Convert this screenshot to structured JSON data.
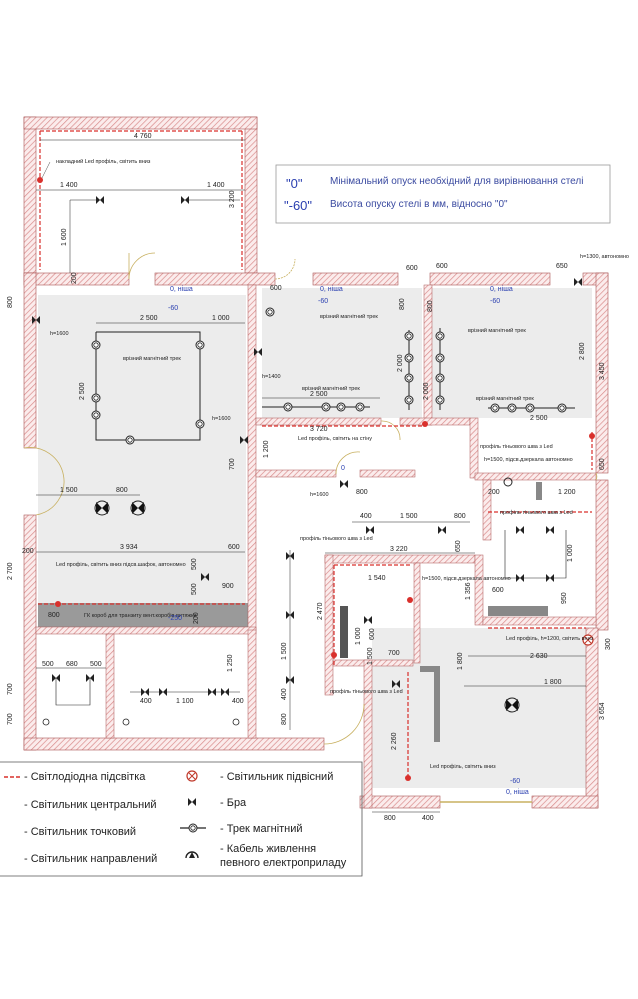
{
  "info_box": {
    "row1_code": "\"0\"",
    "row1_text": "Мінімальний опуск необхідний для вирівнювання стелі",
    "row2_code": "\"-60\"",
    "row2_text": "Висота опуску стелі в мм, відносно \"0\""
  },
  "dimensions": {
    "balcony_width": "4 760",
    "balcony_left": "1 400",
    "balcony_right": "1 400",
    "balcony_height": "3 200",
    "balcony_side": "1 600",
    "balcony_step": "200",
    "main_2500": "2 500",
    "main_1000": "1 000",
    "main_2500v": "2 500",
    "main_1500": "1 500",
    "main_800": "800",
    "main_3934": "3 934",
    "main_600": "600",
    "main_200a": "200",
    "main_200b": "200",
    "main_2700": "2 700",
    "main_900": "900",
    "main_500a": "500",
    "main_500b": "500",
    "main_800b": "800",
    "main_700": "700",
    "left_800": "800",
    "mid_2500": "2 500",
    "mid_2000": "2 000",
    "mid_800": "800",
    "mid_3720": "3 720",
    "mid_1200": "1 200",
    "mid_800b": "800",
    "top_600a": "600",
    "top_600b": "600",
    "top_600c": "600",
    "top_650": "650",
    "right_2800": "2 800",
    "right_2000": "2 000",
    "right_2500": "2 500",
    "right_3450": "3 450",
    "right_650": "650",
    "right_800": "800",
    "hall_400": "400",
    "hall_1500": "1 500",
    "hall_800": "800",
    "hall_3220": "3 220",
    "hall_650": "650",
    "hall_1540": "1 540",
    "hall_2470": "2 470",
    "hall_1500v": "1 500",
    "hall_400v": "400",
    "hall_800v": "800",
    "hall_1000": "1 000",
    "hall_600": "600",
    "hall_1500b": "1 500",
    "hall_700": "700",
    "hall_1356": "1 356",
    "bath_1200": "1 200",
    "bath_600a": "600",
    "bath_200": "200",
    "bath_950": "950",
    "bath_1000": "1 000",
    "bot_500": "500",
    "bot_680": "680",
    "bot_500b": "500",
    "bot_400": "400",
    "bot_1100": "1 100",
    "bot_400b": "400",
    "bot_1250": "1 250",
    "bot_700a": "700",
    "bot_700b": "700",
    "br_2630": "2 630",
    "br_1800": "1 800",
    "br_1800v": "1 800",
    "br_2260": "2 260",
    "br_3654": "3 654",
    "br_300": "300",
    "br_800": "800",
    "br_400": "400"
  },
  "labels": {
    "balcony_profile": "накладний Led профіль, світить вниз",
    "h1600_left": "h=1600",
    "track_main": "врізний магнітний трек",
    "h1600_right": "h=1600",
    "track_mid_top": "врізний магнітний трек",
    "h1400": "h=1400",
    "track_mid": "врізний магнітний трек",
    "led_wall": "Led профіль, світить на стіну",
    "h1600_door": "h=1600",
    "track_right_top": "врізний магнітний трек",
    "track_right": "врізний магнітний трек",
    "h1300": "h=1300, автономно",
    "shadow_led_1": "профіль тіньового шва з Led",
    "h1500_mirror": "h=1500, підсв.дзеркала автономно",
    "shadow_led_2": "профіль тіньового шва з Led",
    "shadow_led_hall": "профіль тіньового шва з Led",
    "led_cabinet": "Led профіль, світить вниз підсв.шафок, автономно",
    "gk_box": "ГК короб для транзиту вент.коробів витяжки",
    "h1500_mirror2": "h=1500, підсв.дзеркала автономно",
    "shadow_led_3": "профіль тіньового шва з Led",
    "led_h1200": "Led профіль, h=1200, світить вниз",
    "led_down_br": "Led профіль, світить вниз"
  },
  "levels": {
    "main_zero": "0, ніша",
    "main_minus": "-60",
    "mid_zero": "0, ніша",
    "mid_minus": "-60",
    "right_zero": "0, ніша",
    "right_minus": "-60",
    "hall_zero": "0",
    "gk_minus": "-250",
    "br_minus": "-60",
    "br_zero": "0, ніша"
  },
  "legend": {
    "led_strip": "- Світлодіодна підсвітка",
    "central": "- Світильник центральний",
    "spot": "- Світильник точковий",
    "directed": "- Світильник направлений",
    "pendant": "- Світильник підвісний",
    "sconce": "- Бра",
    "track": "- Трек магнітний",
    "cable_l1": "- Кабель живлення",
    "cable_l2": "певного електроприладу"
  },
  "colors": {
    "wall_hatch": "#d98b8b",
    "led_line": "#d9302c",
    "dim_line": "#222222",
    "info_text": "#3a4aa0",
    "level_text": "#2a3fb0",
    "gk_fill": "#9a9a9a",
    "area_fill": "#ececec"
  }
}
